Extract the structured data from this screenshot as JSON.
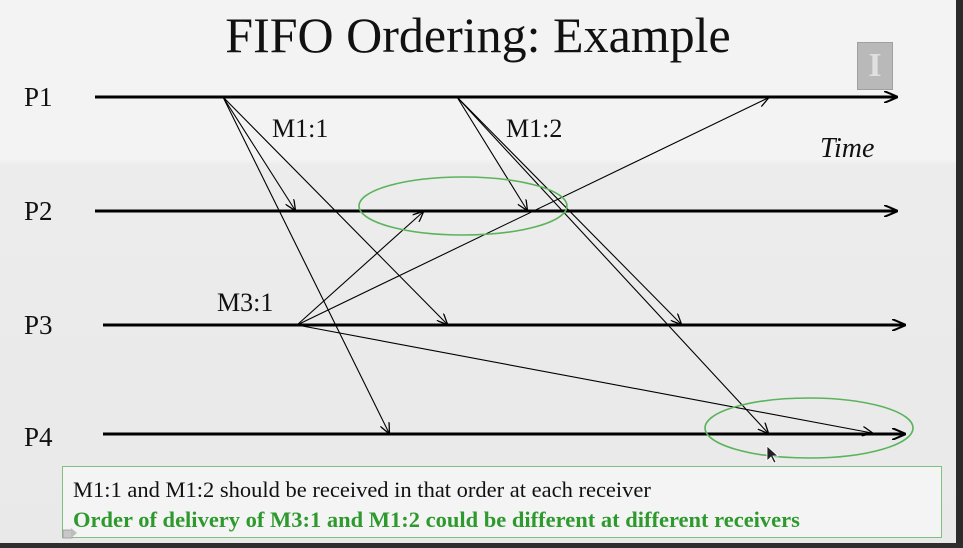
{
  "slide": {
    "title": "FIFO Ordering: Example",
    "processes": [
      "P1",
      "P2",
      "P3",
      "P4"
    ],
    "messages": {
      "m1_1": "M1:1",
      "m1_2": "M1:2",
      "m3_1": "M3:1"
    },
    "time_label": "Time",
    "logo_letter": "I",
    "note": {
      "line1": "M1:1 and M1:2 should be received in that order at each receiver",
      "line2": "Order of delivery of M3:1 and M1:2 could be different at different receivers"
    },
    "colors": {
      "highlight_ellipse": "#5bb35b",
      "note_emphasis": "#2e9a2e",
      "timeline": "#000000"
    },
    "icons": [
      "pointer-cursor-icon",
      "university-logo-icon"
    ]
  }
}
